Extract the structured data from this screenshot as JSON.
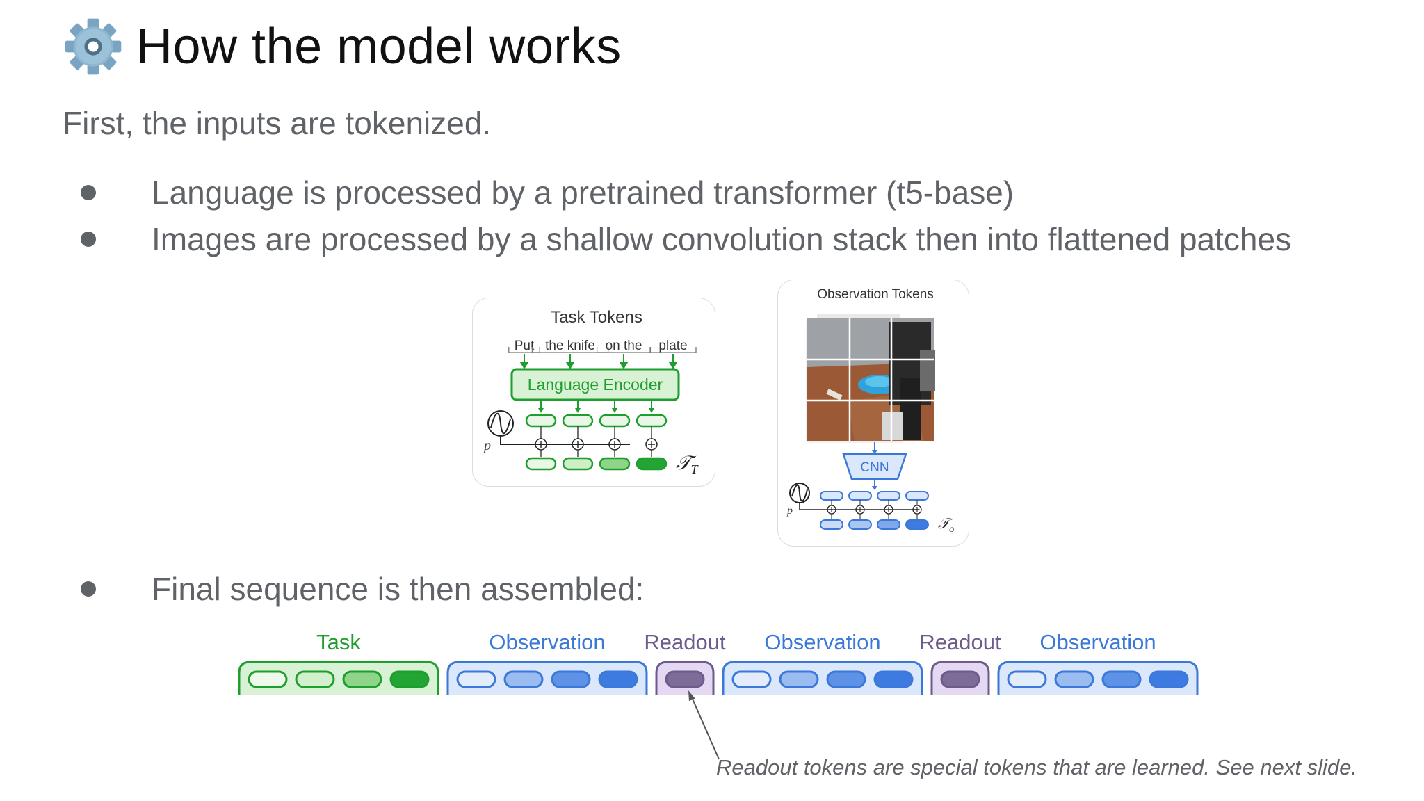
{
  "page": {
    "title": "How the model works",
    "subtitle": "First, the inputs are tokenized.",
    "title_icon": "gear-icon"
  },
  "bullets": [
    {
      "text": "Language is processed by a pretrained transformer (t5-base)"
    },
    {
      "text": "Images are processed by a shallow convolution stack then into flattened patches"
    },
    {
      "text": "Final sequence is then assembled:"
    }
  ],
  "task_panel": {
    "title": "Task Tokens",
    "words": [
      "Put",
      "the knife",
      "on the",
      "plate"
    ],
    "encoder_label": "Language Encoder",
    "pos_label": "p",
    "output_label": "𝒯",
    "output_sub": "T"
  },
  "obs_panel": {
    "title": "Observation Tokens",
    "cnn_label": "CNN",
    "pos_label": "p",
    "output_label": "𝒯",
    "output_sub": "o"
  },
  "sequence": {
    "groups": [
      {
        "label": "Task",
        "kind": "task",
        "tokens": 4
      },
      {
        "label": "Observation",
        "kind": "obs",
        "tokens": 4
      },
      {
        "label": "Readout",
        "kind": "readout",
        "tokens": 1
      },
      {
        "label": "Observation",
        "kind": "obs",
        "tokens": 4
      },
      {
        "label": "Readout",
        "kind": "readout",
        "tokens": 1
      },
      {
        "label": "Observation",
        "kind": "obs",
        "tokens": 4
      }
    ],
    "caption": "Readout tokens are special tokens that are learned. See next slide."
  },
  "colors": {
    "green": "#1e9e2e",
    "green_fill": "#d9f2d5",
    "blue": "#3b78d8",
    "blue_fill": "#dbe7fa",
    "purple": "#6d5b8c",
    "purple_fill": "#e4d8f3",
    "gray_text": "#5f6368"
  }
}
